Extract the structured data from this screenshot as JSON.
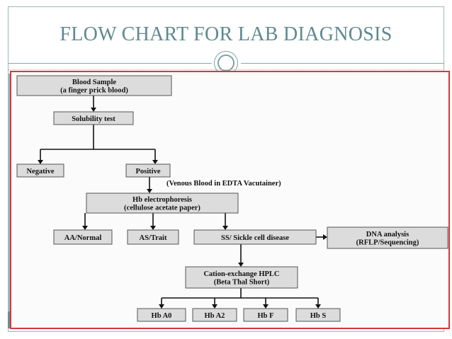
{
  "slide": {
    "title": "FLOW CHART FOR LAB DIAGNOSIS"
  },
  "flowchart": {
    "nodes": {
      "blood_sample": {
        "lines": [
          "Blood Sample",
          "(a finger prick blood)"
        ]
      },
      "solubility_test": {
        "lines": [
          "Solubility test"
        ]
      },
      "negative": {
        "lines": [
          "Negative"
        ]
      },
      "positive": {
        "lines": [
          "Positive"
        ]
      },
      "hb_electrophoresis": {
        "lines": [
          "Hb electrophoresis",
          "(cellulose acetate paper)"
        ]
      },
      "aa_normal": {
        "lines": [
          "AA/Normal"
        ]
      },
      "as_trait": {
        "lines": [
          "AS/Trait"
        ]
      },
      "ss_sickle": {
        "lines": [
          "SS/ Sickle cell disease"
        ]
      },
      "dna_analysis": {
        "lines": [
          "DNA analysis",
          "(RFLP/Sequencing)"
        ]
      },
      "hplc": {
        "lines": [
          "Cation-exchange HPLC",
          "(Beta Thal Short)"
        ]
      },
      "hb_a0": {
        "lines": [
          "Hb A0"
        ]
      },
      "hb_a2": {
        "lines": [
          "Hb A2"
        ]
      },
      "hb_f": {
        "lines": [
          "Hb F"
        ]
      },
      "hb_s": {
        "lines": [
          "Hb S"
        ]
      }
    },
    "annotation": "(Venous Blood in EDTA Vacutainer)"
  },
  "colors": {
    "title": "#5f8a90",
    "frame": "#9fb8bd",
    "panel_border": "#d8383a",
    "box_fill": "#dcdcdc"
  }
}
